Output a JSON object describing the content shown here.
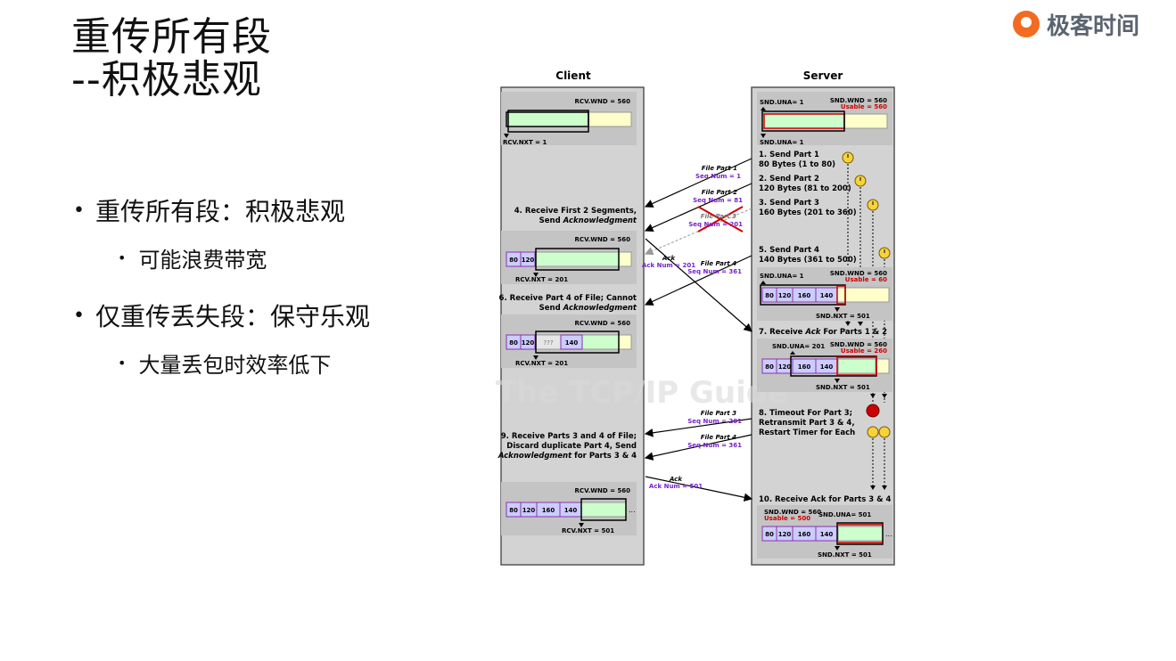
{
  "slide": {
    "title_line1": "重传所有段",
    "title_line2": "--积极悲观",
    "logo_text": "极客时间",
    "bullets": [
      {
        "text": "重传所有段：积极悲观",
        "level": 1
      },
      {
        "text": "可能浪费带宽",
        "level": 2
      },
      {
        "text": "仅重传丢失段：保守乐观",
        "level": 1
      },
      {
        "text": "大量丢包时效率低下",
        "level": 2
      }
    ]
  },
  "diagram": {
    "client_label": "Client",
    "server_label": "Server",
    "watermark": "The TCP/IP Guide",
    "client": {
      "w1_rcvwnd": "RCV.WND = 560",
      "w1_rcvnxt": "RCV.NXT = 1",
      "step4_line1": "4. Receive First 2 Segments,",
      "step4_line2a": "Send ",
      "step4_line2b": "Acknowledgment",
      "w2_rcvwnd": "RCV.WND = 560",
      "w2_rcvnxt": "RCV.NXT = 201",
      "step6_line1": "6. Receive Part 4 of File; Cannot",
      "step6_line2a": "Send ",
      "step6_line2b": "Acknowledgment",
      "w3_rcvwnd": "RCV.WND = 560",
      "w3_rcvnxt": "RCV.NXT = 201",
      "unknown": "???",
      "step9_line1": "9. Receive Parts 3 and 4 of File;",
      "step9_line2": "Discard duplicate Part 4, Send",
      "step9_line3a": "Acknowledgment",
      "step9_line3b": " for Parts 3 & 4",
      "w4_rcvwnd": "RCV.WND = 560",
      "w4_rcvnxt": "RCV.NXT = 501",
      "ellipsis": "..."
    },
    "server": {
      "s1_sndwnd": "SND.WND = 560",
      "s1_usable": "Usable = 560",
      "s1_snduna": "SND.UNA= 1",
      "s1_sndnxt": "SND.UNA= 1",
      "step1_a": "1. Send Part 1",
      "step1_b": "80 Bytes (1 to 80)",
      "step2_a": "2. Send Part 2",
      "step2_b": "120 Bytes (81 to 200)",
      "step3_a": "3. Send Part 3",
      "step3_b": "160 Bytes (201 to 360)",
      "step5_a": "5. Send Part 4",
      "step5_b": "140 Bytes (361 to 500)",
      "s2_sndwnd": "SND.WND = 560",
      "s2_usable": "Usable = 60",
      "s2_snduna": "SND.UNA= 1",
      "s2_sndnxt": "SND.NXT = 501",
      "step7a": "7. Receive ",
      "step7b": "Ack",
      "step7c": " For Parts 1 & 2",
      "s3_sndwnd": "SND.WND = 560",
      "s3_usable": "Usable = 260",
      "s3_snduna": "SND.UNA= 201",
      "s3_sndnxt": "SND.NXT = 501",
      "step8_a": "8. Timeout For Part 3;",
      "step8_b": "Retransmit Part 3 & 4,",
      "step8_c": "Restart Timer for Each",
      "step10": "10. Receive Ack for Parts 3 & 4",
      "s4_sndwnd": "SND.WND = 560",
      "s4_usable": "Usable = 500",
      "s4_snduna": "SND.UNA= 501",
      "s4_sndnxt": "SND.NXT = 501",
      "ellipsis": "..."
    },
    "segments": [
      "80",
      "120",
      "160",
      "140"
    ],
    "messages": {
      "fp1_a": "File Part 1",
      "fp1_b": "Seq Num = 1",
      "fp2_a": "File Part 2",
      "fp2_b": "Seq Num = 81",
      "fp3_a": "File Part 3",
      "fp3_b": "Seq Num = 201",
      "ack1_a": "Ack",
      "ack1_b": "Ack Num = 201",
      "fp4_a": "File Part 4",
      "fp4_b": "Seq Num = 361",
      "rfp3_a": "File Part 3",
      "rfp3_b": "Seq Num = 201",
      "rfp4_a": "File Part 4",
      "rfp4_b": "Seq Num = 361",
      "ack2_a": "Ack",
      "ack2_b": "Ack Num = 501"
    },
    "colors": {
      "client_col": "#d0d0d0",
      "panel": "#c4c4c4",
      "green": "#ccffcc",
      "yellow": "#ffffcc",
      "lavender": "#ccccff",
      "purple_border": "#8833aa",
      "red": "#cc0000",
      "msg_purple": "#7722cc"
    }
  }
}
